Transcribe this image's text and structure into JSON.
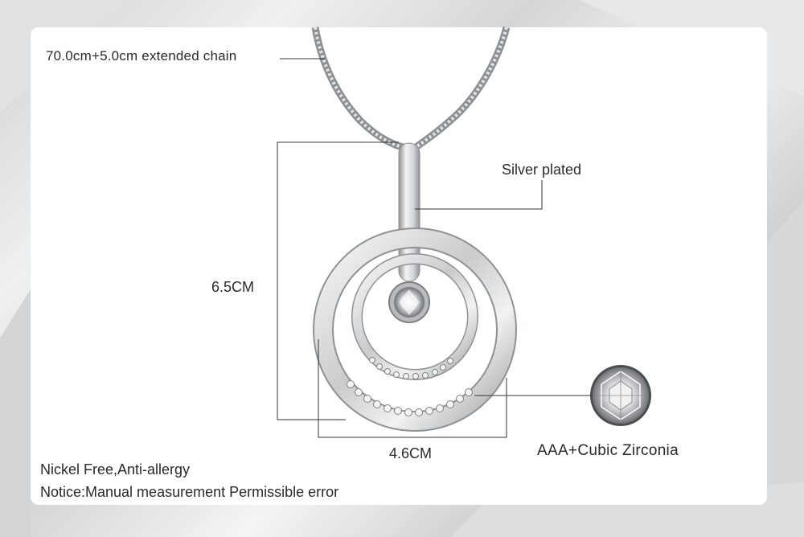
{
  "labels": {
    "chain": "70.0cm+5.0cm extended chain",
    "plating": "Silver plated",
    "height": "6.5CM",
    "width": "4.6CM",
    "stone": "AAA+Cubic Zirconia"
  },
  "notes": {
    "line1": "Nickel Free,Anti-allergy",
    "line2": "Notice:Manual measurement Permissible error"
  }
}
